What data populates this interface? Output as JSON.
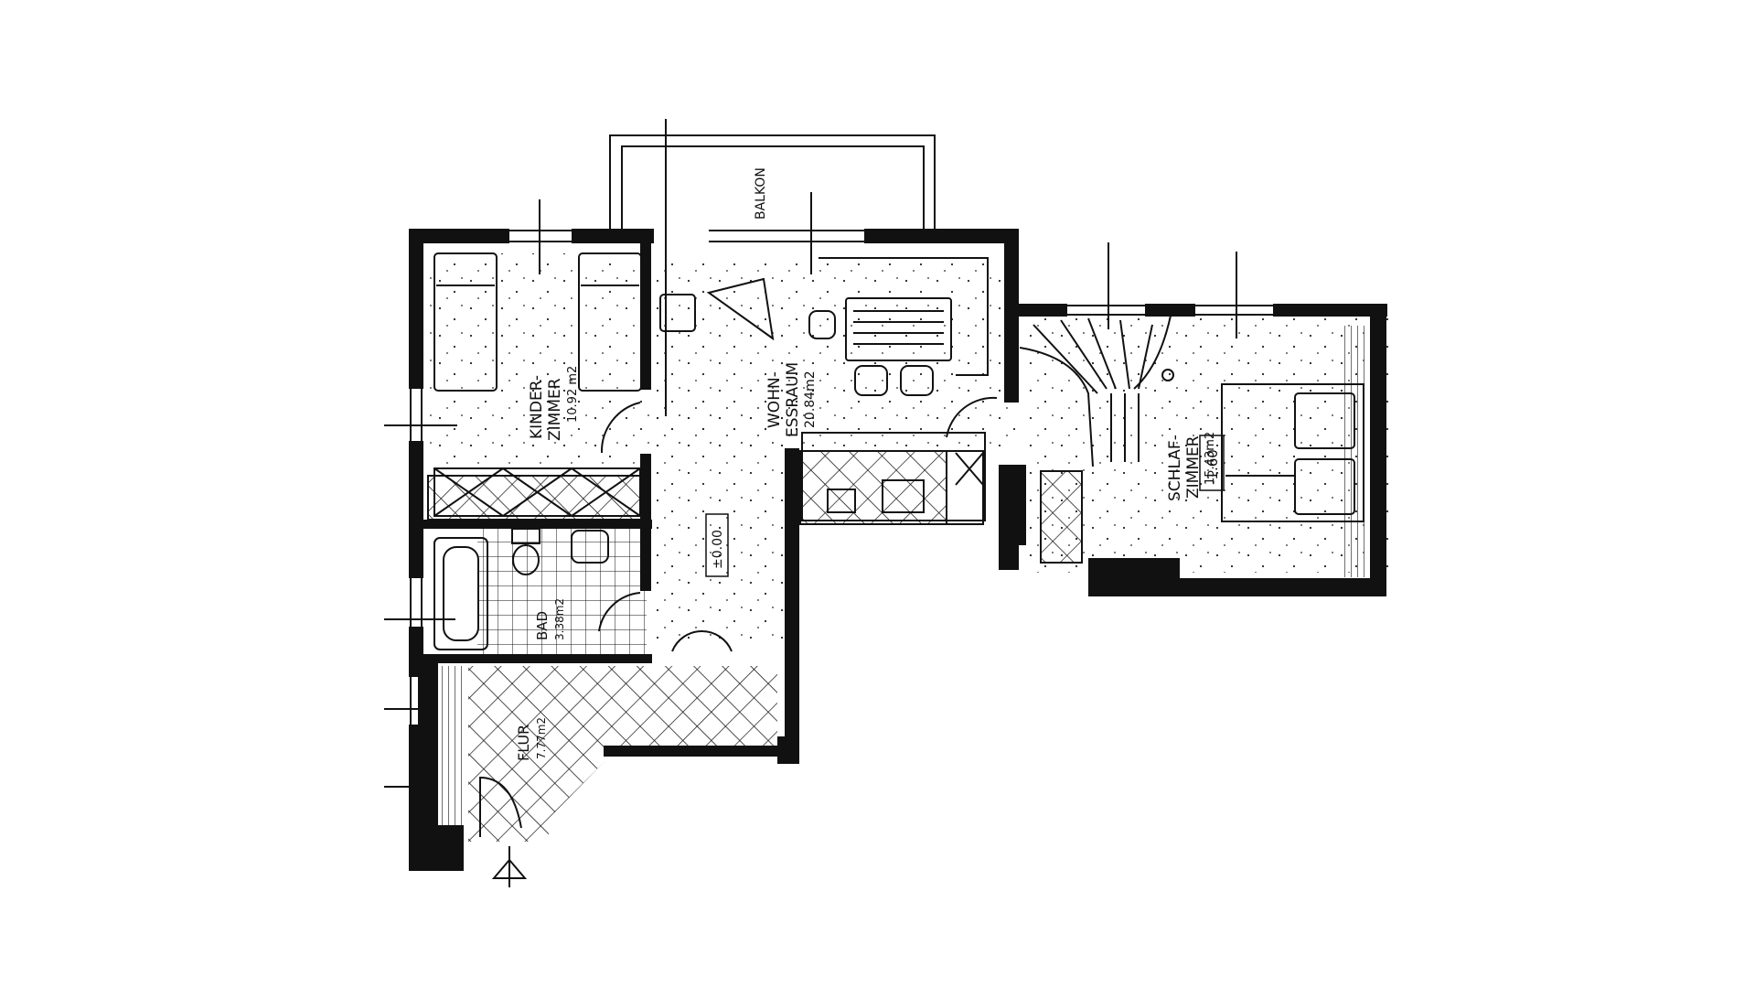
{
  "labels": {
    "balkon": "BALKON",
    "kinder_line1": "KINDER-",
    "kinder_line2": "ZIMMER",
    "kinder_area": "10.92 m2",
    "wohn_line1": "WOHN-",
    "wohn_line2": "ESSRAUM",
    "wohn_area": "20.84m2",
    "schlaf_line1": "SCHLAF-",
    "schlaf_line2": "ZIMMER",
    "schlaf_area": "15.43m2",
    "schlaf_level": "-1.60",
    "bad_line1": "BAD",
    "bad_area": "3.38m2",
    "flur_line1": "FLUR",
    "flur_area": "7.77m2",
    "level_zero": "±0.00"
  }
}
